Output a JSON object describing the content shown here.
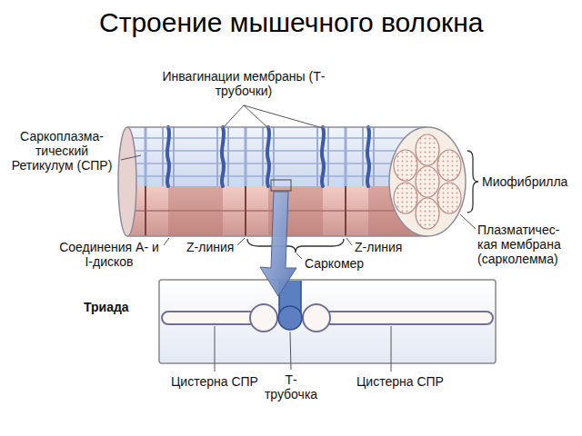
{
  "diagram": {
    "title": "Строение мышечного волокна",
    "labels": [
      "Инвагинации мембраны (Т-трубочки)",
      "Саркоплазма- тический Ретикулум (СПР)",
      "Миофибрилла",
      "Соединения А- и I-дисков",
      "Z-линия",
      "Z-линия",
      "Саркомер",
      "Плазматичес- кая мембрана (сарколемма)",
      "Триада",
      "Цистерна СПР",
      "Т- трубочка",
      "Цистерна СПР"
    ]
  }
}
